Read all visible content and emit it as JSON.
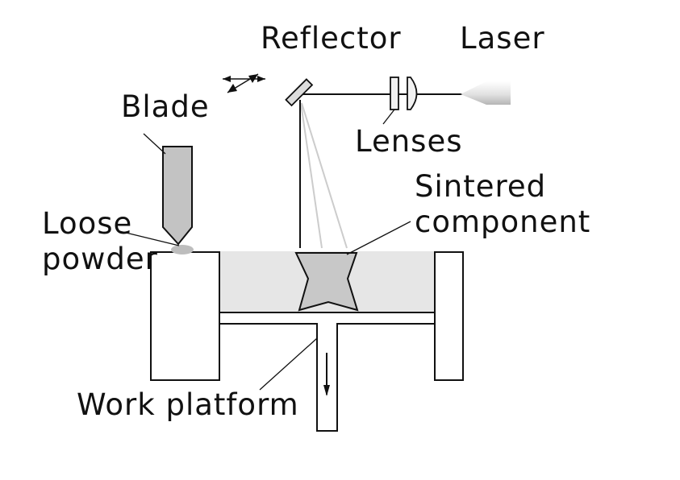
{
  "labels": {
    "reflector": "Reflector",
    "laser": "Laser",
    "blade": "Blade",
    "lenses": "Lenses",
    "sintered_line1": "Sintered",
    "sintered_line2": "component",
    "loose_line1": "Loose",
    "loose_line2": "powder",
    "work_platform": "Work platform"
  },
  "colors": {
    "powder": "#e6e6e6",
    "component": "#c8c8c8",
    "blade": "#c3c3c3",
    "outline": "#111111",
    "scan_beam": "#cccccc"
  }
}
